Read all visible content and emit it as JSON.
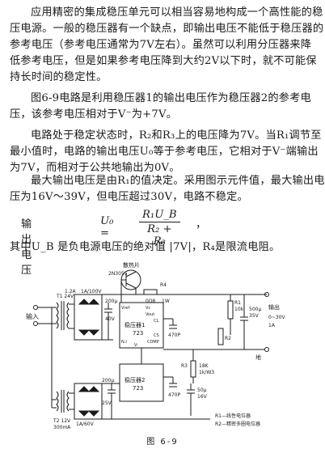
{
  "paragraphs": [
    [
      "应用精密的集成稳压单元可以相当容易地构成一个高性能的稳",
      "压电源。一般的稳压器有一个缺点，即输出电压不能低于稳压器的",
      "参考电压（参考电压通常为7V左右）。虽然可以利用分压器来降",
      "低参考电压，但是如果参考电压降到大约2V以下时，就不可能保",
      "持长时间的稳定性。"
    ],
    [
      "图6-9电路是利用稳压器1的输出电压作为稳压器2的参考电",
      "压，该参考电压相对于V⁻为+7V。"
    ],
    [
      "电路处于稳定状态时，R₂和R₃上的电压降为7V。当R₁调节至",
      "最小值时，电路的输出电压U₀等于参考电压，它相对于V⁻端输出",
      "为7V，而相对于公共地输出为0V。"
    ],
    [
      "最大输出电压是由R₁的值决定。采用图示元件值，最大输出电",
      "压为16V～39V，但电压超过30V，电路不稳定。"
    ]
  ],
  "formula": {
    "label": "输出电压",
    "lhs": "U₀ =",
    "numerator": "R₁U_B",
    "denominator": "R₂ + R₃",
    "tail": "，"
  },
  "note": "其中U_B 是负电源电压的绝对值 |7V|，R₄是限流电阻。",
  "circuit": {
    "labels": {
      "heatsink": "散热片",
      "transistor": "2N3055",
      "r4": "R4",
      "r4_val": "0Ω8",
      "r4_w": "1W",
      "r1": "R1",
      "r1_val": "10k",
      "input": "输入",
      "t1": "T1 24V",
      "t1_b": "1.2A",
      "d1": "1A/100V",
      "c1": "200μ",
      "c1_v": "40V",
      "reg1": "稳压器1",
      "reg1_num": "723",
      "pin_vref": "Vref",
      "pin_vc": "Vc",
      "pin_vout": "Vout",
      "pin_cl": "CL",
      "pin_ni": "N.I",
      "pin_vminus": "V-",
      "pin_comp": "COMP",
      "pin_cs": "CS",
      "c_470p_1": "470P",
      "c_out": "500μ",
      "c_out_v": "35V",
      "out_label": "输出",
      "out_range": "0~30V",
      "out_i": "1A",
      "r2": "R2",
      "r2_val": "18K",
      "r3": "R3",
      "r3_val": "1k/W3",
      "c_50": "50μ",
      "c_50_v": "16V",
      "reg2": "稳压器2",
      "reg2_num": "723",
      "c2": "200μ",
      "c2_v": "25V",
      "d2": "1A/60V",
      "c_470p_2": "470P",
      "t2": "T2 12V",
      "t2_i": "300mA",
      "legend1": "R1—线性电位器",
      "legend2": "R2—精密多圈电位器",
      "ground": "地"
    }
  },
  "caption": "图 6-9"
}
